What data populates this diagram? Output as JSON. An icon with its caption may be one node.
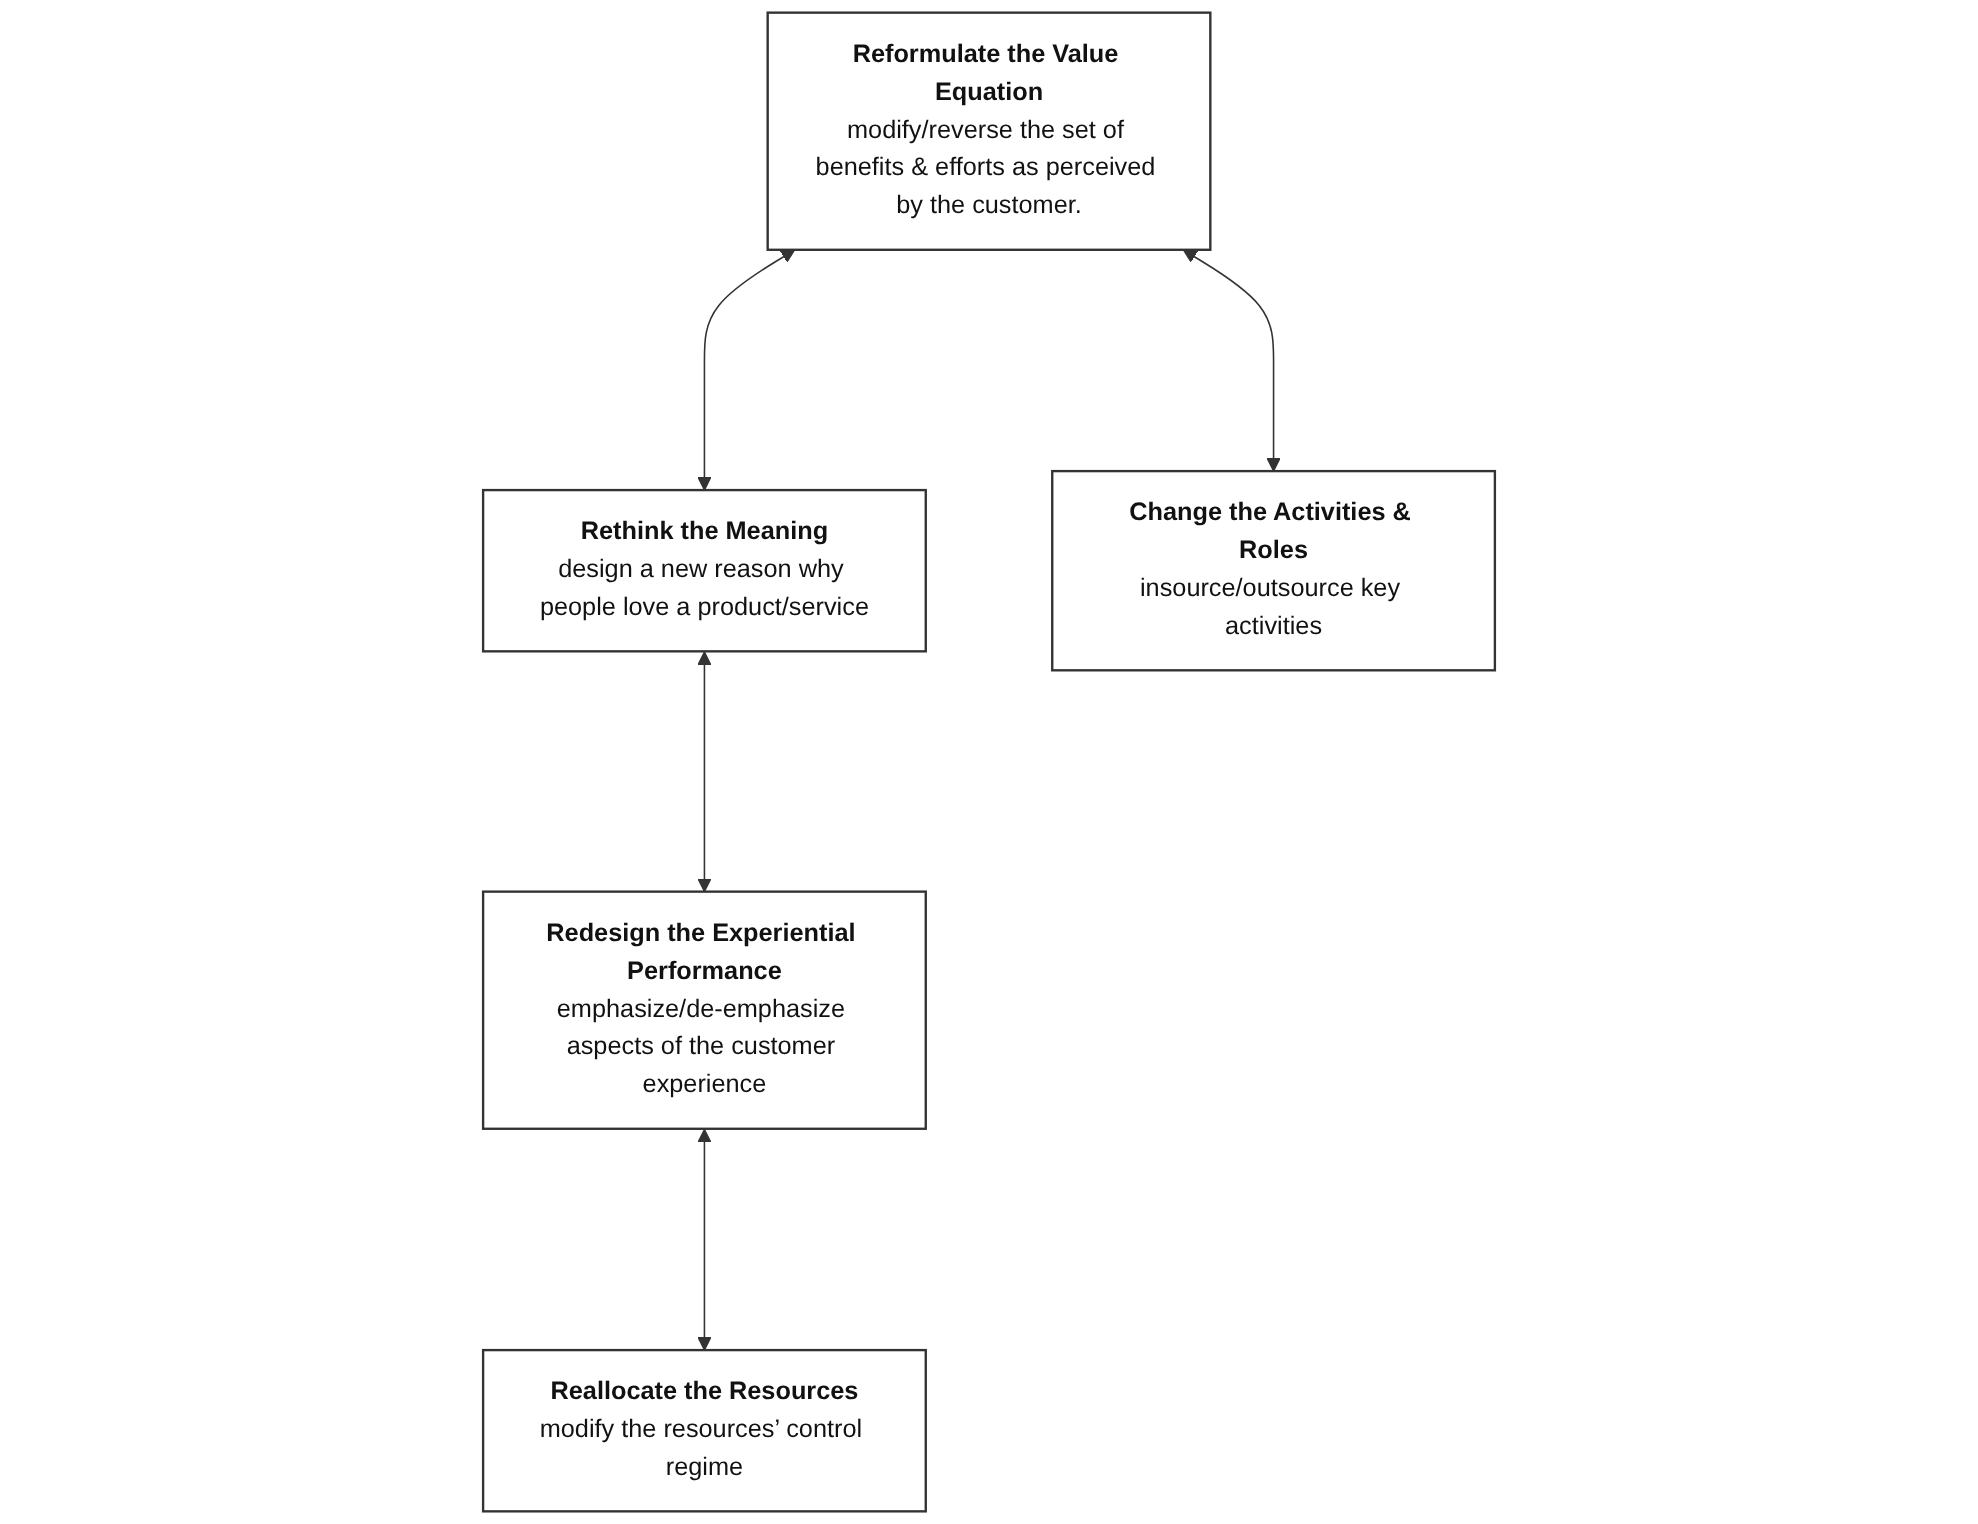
{
  "diagram": {
    "nodes": [
      {
        "text": [
          "Rethink the Meaning",
          "design a new reason why people love a product/service"
        ]
      },
      {
        "text": [
          "Reformulate the Value Equation",
          "modify/reverse the set of benefits & efforts as perceived by the customer."
        ]
      },
      {
        "text": [
          "Redesign the Experiential Performance",
          "emphasize/de-emphasize aspects of the customer experience"
        ]
      },
      {
        "text": [
          "Change the Activities & Roles",
          "insource/outsource key activities"
        ]
      },
      {
        "text": [
          "Reallocate the Resources",
          "modify the resources’ control regime"
        ]
      }
    ],
    "edges": [
      {
        "from": 1,
        "to": 0,
        "arrow": "both"
      },
      {
        "from": 0,
        "to": 2,
        "arrow": "both"
      },
      {
        "from": 1,
        "to": 3,
        "arrow": "both"
      },
      {
        "from": 2,
        "to": 4,
        "arrow": "both"
      }
    ]
  }
}
